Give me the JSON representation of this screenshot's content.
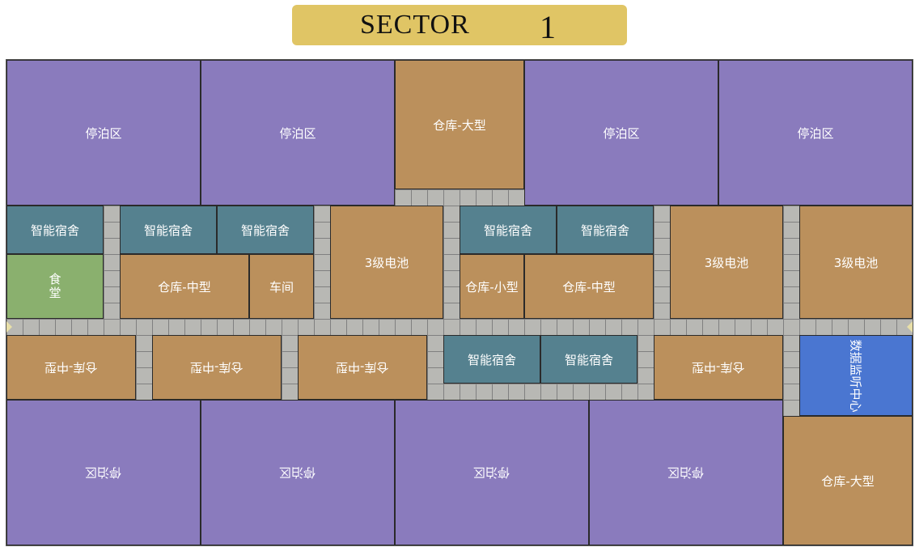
{
  "header": {
    "sector_label": "SECTOR",
    "sector_number": "1"
  },
  "colors": {
    "parking": "#8a7bbd",
    "warehouse": "#bb905c",
    "dorm": "#55818f",
    "canteen": "#8ab06e",
    "data_center": "#4a76d1",
    "header": "#e0c565"
  },
  "rooms": {
    "p1": "停泊区",
    "p2": "停泊区",
    "w_big_top": "仓库-大型",
    "p3": "停泊区",
    "p4": "停泊区",
    "d1": "智能宿舍",
    "d2": "智能宿舍",
    "d3": "智能宿舍",
    "bat1": "3级电池",
    "d4": "智能宿舍",
    "d5": "智能宿舍",
    "bat2": "3级电池",
    "bat3": "3级电池",
    "food": "食堂",
    "w_mid1": "仓库-中型",
    "workshop": "车间",
    "w_small": "仓库-小型",
    "w_mid2": "仓库-中型",
    "w_mid3": "仓库-中型",
    "w_mid4": "仓库-中型",
    "w_mid5": "仓库-中型",
    "d6": "智能宿舍",
    "d7": "智能宿舍",
    "w_mid6": "仓库-中型",
    "data": "数据监听中心",
    "p5": "停泊区",
    "p6": "停泊区",
    "p7": "停泊区",
    "p8": "停泊区",
    "w_big_bot": "仓库-大型"
  }
}
